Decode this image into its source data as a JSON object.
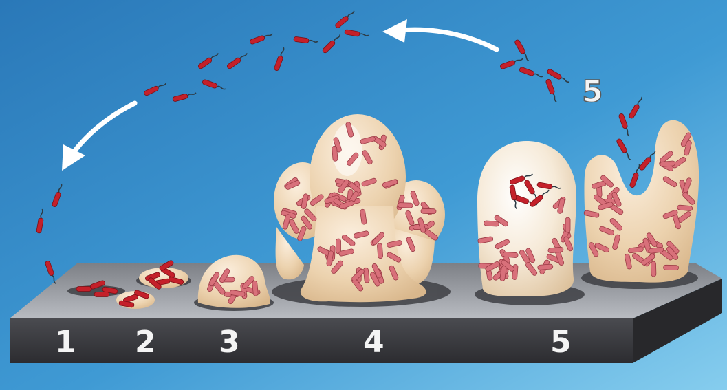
{
  "stages": {
    "s1": "1",
    "s2": "2",
    "s3": "3",
    "s4": "4",
    "s5": "5",
    "dispersal": "5"
  },
  "colors": {
    "background_top": "#2a7fc0",
    "background_bottom": "#7cc6ea",
    "surface_top": "#8a8c92",
    "surface_front": "#3a3a3e",
    "biofilm_matrix": "#ecd2ae",
    "bacterium": "#c4202a",
    "bacterium_in_matrix": "#d8707a",
    "arrow": "#ffffff",
    "label": "#f4f4f4"
  }
}
